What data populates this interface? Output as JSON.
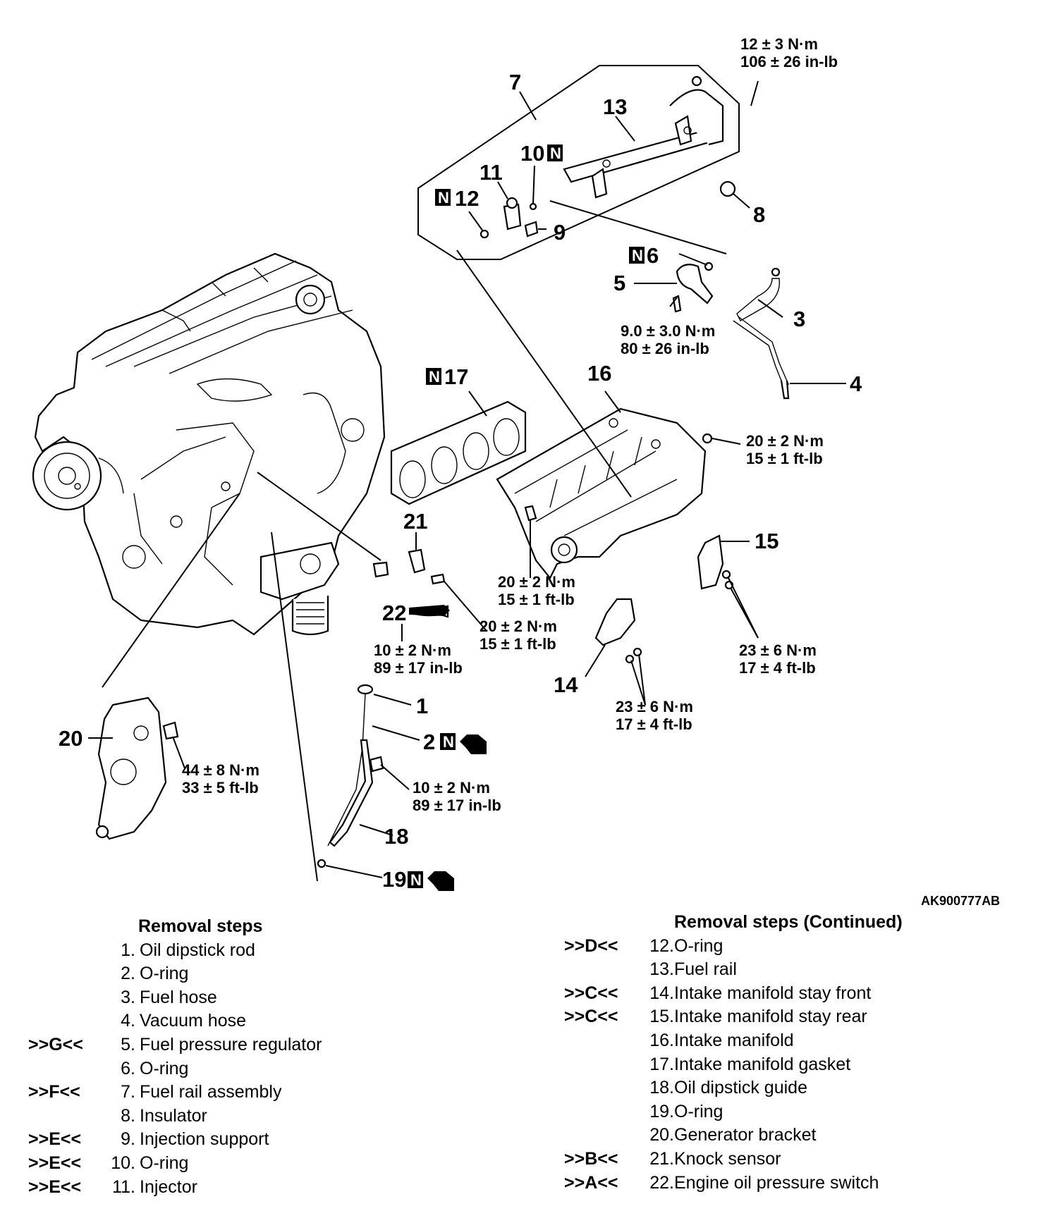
{
  "figure_code": "AK900777AB",
  "callouts": {
    "c1": "1",
    "c2": "2",
    "c3": "3",
    "c4": "4",
    "c5": "5",
    "c6": "6",
    "c7": "7",
    "c8": "8",
    "c9": "9",
    "c10": "10",
    "c11": "11",
    "c12": "12",
    "c13": "13",
    "c14": "14",
    "c15": "15",
    "c16": "16",
    "c17": "17",
    "c18": "18",
    "c19": "19",
    "c20": "20",
    "c21": "21",
    "c22": "22",
    "new_part_mark": "N"
  },
  "torques": {
    "t_rail_bolt": [
      "12 ± 3 N·m",
      "106 ± 26 in-lb"
    ],
    "t_regulator": [
      "9.0 ± 3.0 N·m",
      "80 ± 26 in-lb"
    ],
    "t_manifold_nut": [
      "20 ± 2 N·m",
      "15 ± 1 ft-lb"
    ],
    "t_manifold_bolt": [
      "20 ± 2 N·m",
      "15 ± 1 ft-lb"
    ],
    "t_knock": [
      "20 ± 2 N·m",
      "15 ± 1 ft-lb"
    ],
    "t_oil_switch": [
      "10 ± 2 N·m",
      "89 ± 17 in-lb"
    ],
    "t_stay_rear": [
      "23 ± 6 N·m",
      "17 ± 4 ft-lb"
    ],
    "t_stay_front": [
      "23 ± 6 N·m",
      "17 ± 4 ft-lb"
    ],
    "t_generator": [
      "44 ± 8 N·m",
      "33 ± 5 ft-lb"
    ],
    "t_dipstick": [
      "10 ± 2 N·m",
      "89 ± 17 in-lb"
    ]
  },
  "removal_steps": {
    "title": "Removal steps",
    "items": [
      {
        "ref": "",
        "num": "1.",
        "label": "Oil dipstick rod"
      },
      {
        "ref": "",
        "num": "2.",
        "label": "O-ring"
      },
      {
        "ref": "",
        "num": "3.",
        "label": "Fuel hose"
      },
      {
        "ref": "",
        "num": "4.",
        "label": "Vacuum hose"
      },
      {
        "ref": ">>G<<",
        "num": "5.",
        "label": "Fuel pressure regulator"
      },
      {
        "ref": "",
        "num": "6.",
        "label": "O-ring"
      },
      {
        "ref": ">>F<<",
        "num": "7.",
        "label": "Fuel rail assembly"
      },
      {
        "ref": "",
        "num": "8.",
        "label": "Insulator"
      },
      {
        "ref": ">>E<<",
        "num": "9.",
        "label": "Injection support"
      },
      {
        "ref": ">>E<<",
        "num": "10.",
        "label": "O-ring"
      },
      {
        "ref": ">>E<<",
        "num": "11.",
        "label": "Injector"
      }
    ]
  },
  "removal_steps_continued": {
    "title": "Removal steps (Continued)",
    "items": [
      {
        "ref": ">>D<<",
        "num": "12.",
        "label": "O-ring"
      },
      {
        "ref": "",
        "num": "13.",
        "label": "Fuel rail"
      },
      {
        "ref": ">>C<<",
        "num": "14.",
        "label": "Intake manifold stay front"
      },
      {
        "ref": ">>C<<",
        "num": "15.",
        "label": "Intake manifold stay rear"
      },
      {
        "ref": "",
        "num": "16.",
        "label": "Intake manifold"
      },
      {
        "ref": "",
        "num": "17.",
        "label": "Intake manifold gasket"
      },
      {
        "ref": "",
        "num": "18.",
        "label": "Oil dipstick guide"
      },
      {
        "ref": "",
        "num": "19.",
        "label": "O-ring"
      },
      {
        "ref": "",
        "num": "20.",
        "label": "Generator bracket"
      },
      {
        "ref": ">>B<<",
        "num": "21.",
        "label": "Knock sensor"
      },
      {
        "ref": ">>A<<",
        "num": "22.",
        "label": "Engine oil pressure switch"
      }
    ]
  }
}
